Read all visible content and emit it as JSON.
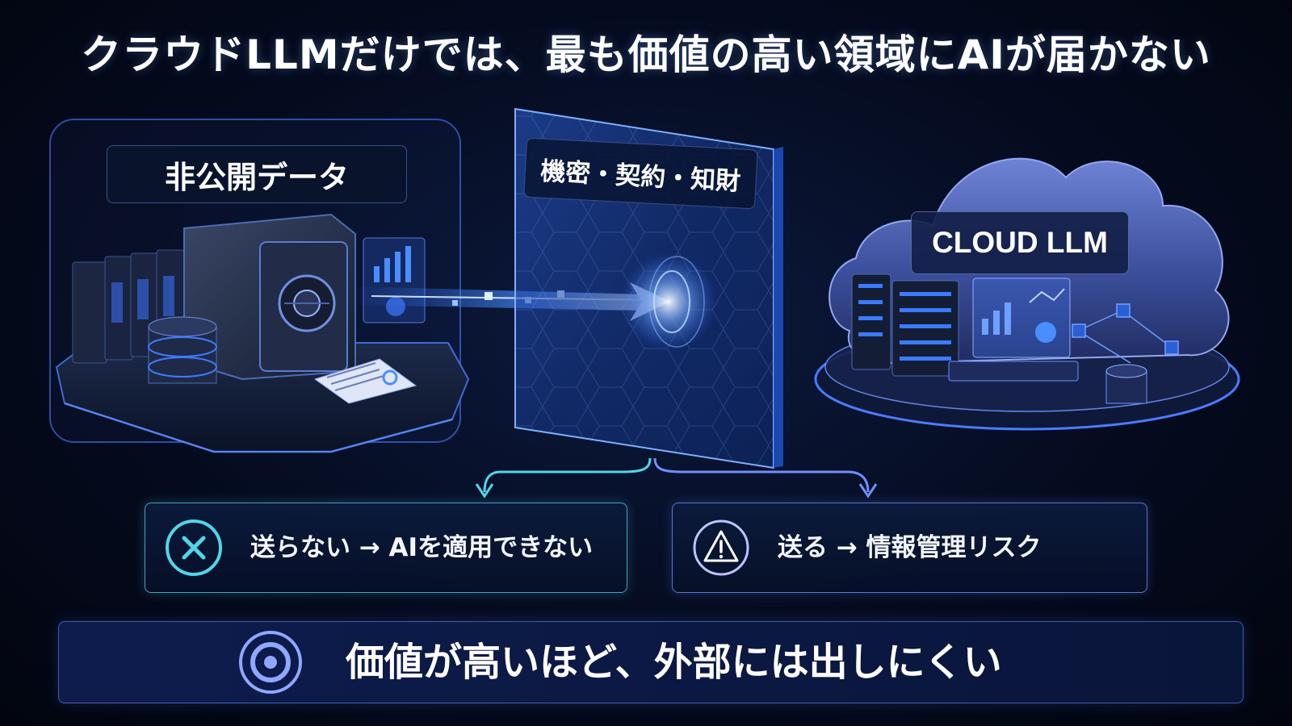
{
  "title": "クラウドLLMだけでは、最も価値の高い領域にAIが届かない",
  "private_data": {
    "label": "非公開データ"
  },
  "barrier": {
    "label": "機密・契約・知財"
  },
  "cloud": {
    "label": "CLOUD LLM"
  },
  "outcomes": [
    {
      "text": "送らない → AIを適用できない",
      "icon": "x-circle-icon",
      "accent": "#4fd6e8"
    },
    {
      "text": "送る → 情報管理リスク",
      "icon": "warning-triangle-icon",
      "accent": "#8aa4ff"
    }
  ],
  "conclusion": {
    "text": "価値が高いほど、外部には出しにくい",
    "icon": "target-icon"
  },
  "colors": {
    "background": "#050b1f",
    "accent_blue": "#3a7bff",
    "accent_cyan": "#4fd6e8"
  }
}
